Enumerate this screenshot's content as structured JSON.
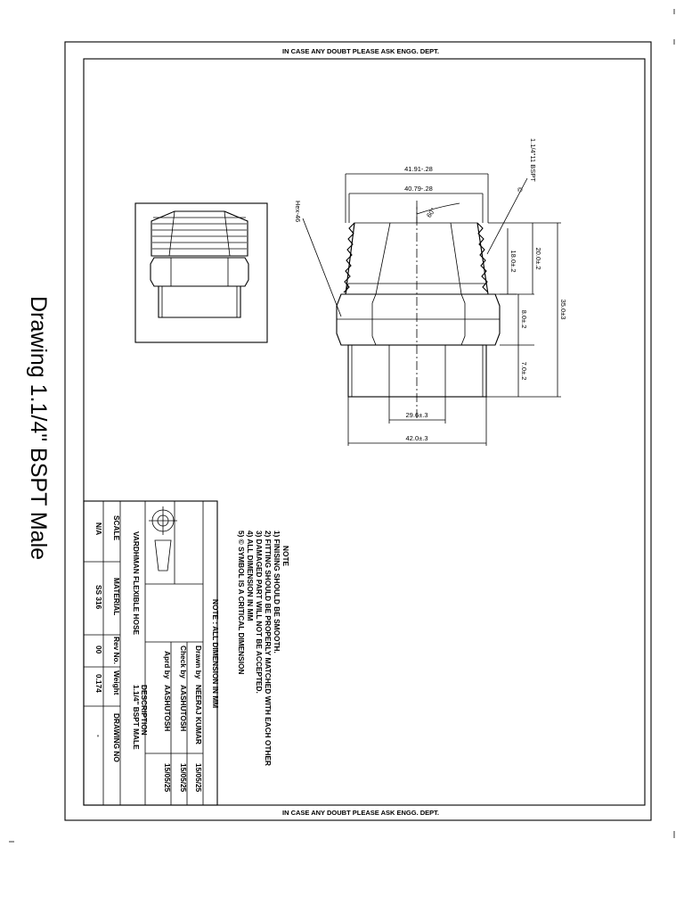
{
  "page_title": "Drawing  1.1/4\" BSPT Male",
  "sheet": {
    "top_banner": "IN CASE ANY DOUBT PLEASE ASK ENGG. DEPT.",
    "bottom_banner": "IN CASE ANY DOUBT PLEASE ASK ENGG. DEPT."
  },
  "dimensions": {
    "top_outer": "41.91-.28",
    "top_inner": "40.79-.28",
    "angle": "60°",
    "thread": "1.1/4\"11 BSPT",
    "thread_symbol": "©",
    "hex": "Hex-46",
    "thread_length": "18.0±.2",
    "overall_thread": "20.0±.2",
    "overall_length": "35.0±3",
    "hex_length": "8.0±.2",
    "spigot_length": "7.0±.2",
    "bore": "29.6±.3",
    "spigot_dia": "42.0±.3"
  },
  "notes": {
    "heading": "NOTE",
    "items": [
      "1) FINISING SHOULD BE SMOOTH.",
      "2) FITTING SHOULD BE PROPERLY MATCHED WITH EACH OTHER",
      "3) DAMAGED PART WILL NOT BE ACCEPTED.",
      "4) ALL DIMENSION IN MM",
      "5) © SYMBOL IS A CRITICAL DIMENSION"
    ]
  },
  "title_block": {
    "dimension_note": "NOTE : ALL DIMENSION IN MM",
    "drawn_by_label": "Drawn by",
    "drawn_by": "NEERAJ KUMAR",
    "drawn_date": "15/05/25",
    "check_by_label": "Check by",
    "check_by": "AASHUTOSH",
    "check_date": "15/05/25",
    "aprd_by_label": "Aprd by",
    "aprd_by": "AASHUTOSH",
    "aprd_date": "15/05/25",
    "company": "VARDHMAN FLEXIBLE HOSE",
    "description_label": "DESCRIPTION",
    "description": "1.1/4\" BSPT MALE",
    "scale_label": "SCALE",
    "material_label": "MATERIAL",
    "rev_label": "Rev No.",
    "weight_label": "Weight",
    "drawing_no_label": "DRAWING NO",
    "scale": "N/A",
    "material": "SS 316",
    "rev": "00",
    "weight": "0.174",
    "drawing_no": "-"
  }
}
